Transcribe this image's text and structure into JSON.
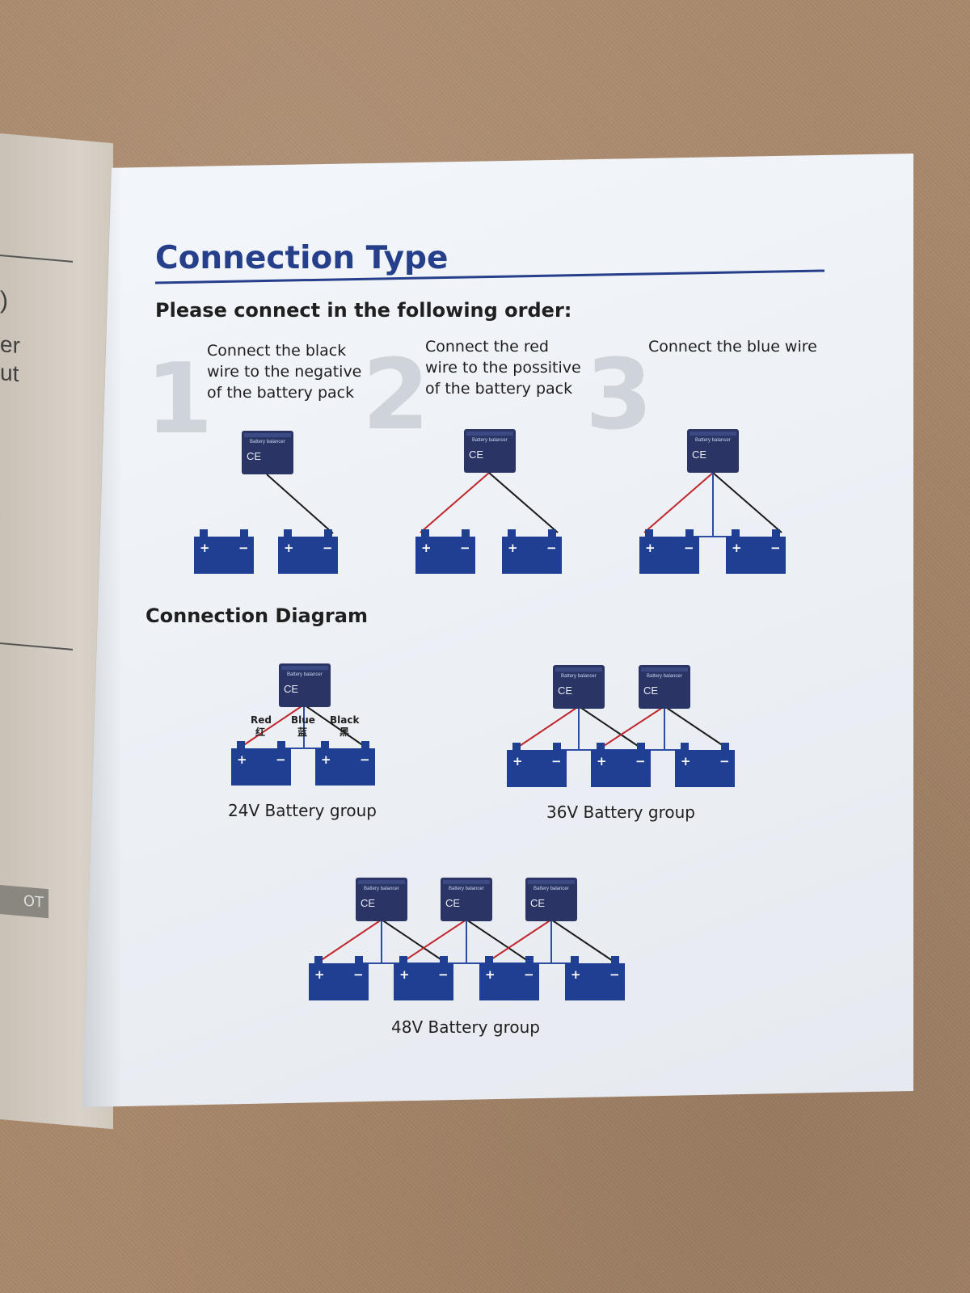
{
  "document": {
    "title": "Connection Type",
    "subtitle": "Please connect in the following order:",
    "steps": [
      {
        "number": "1",
        "lines": [
          "Connect the black",
          "wire to the negative",
          "of the battery pack"
        ]
      },
      {
        "number": "2",
        "lines": [
          "Connect the red",
          "wire to the possitive",
          "of the battery pack"
        ]
      },
      {
        "number": "3",
        "lines": [
          "Connect the blue wire"
        ]
      }
    ],
    "section_title": "Connection Diagram",
    "wire_labels": {
      "red": "Red",
      "red_cn": "红",
      "blue": "Blue",
      "blue_cn": "蓝",
      "black": "Black",
      "black_cn": "黑"
    },
    "groups": [
      {
        "label": "24V Battery group"
      },
      {
        "label": "36V Battery group"
      },
      {
        "label": "48V Battery group"
      }
    ],
    "module": {
      "name": "Battery balancer",
      "mark": "CE"
    },
    "battery": {
      "plus": "+",
      "minus": "−"
    }
  },
  "left_page": {
    "fragments": [
      ")",
      "er",
      "ut"
    ],
    "tab": "OT"
  },
  "colors": {
    "ink_blue": "#263f8a",
    "battery": "#1f3f92",
    "module": "#2a3566",
    "wire_red": "#c0262b",
    "wire_black": "#1a1a1a",
    "wire_blue": "#2b4ea0",
    "step_numeral": "#cfd3da"
  }
}
